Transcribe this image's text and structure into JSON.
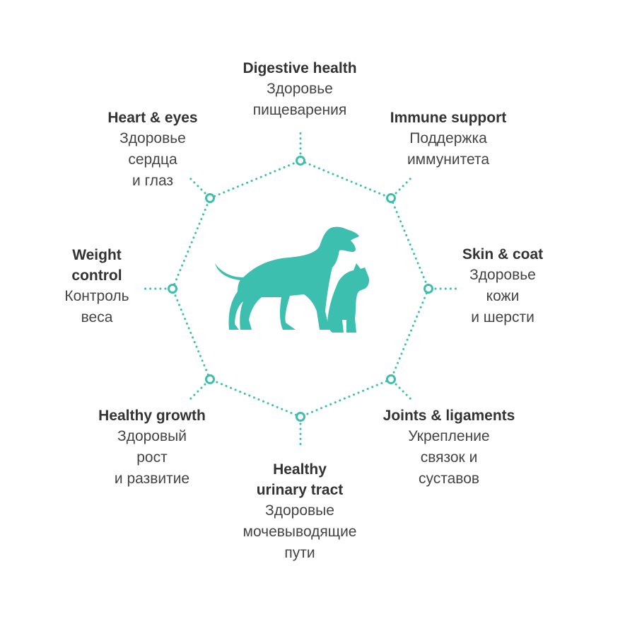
{
  "colors": {
    "accent": "#3cbfae",
    "text": "#333333"
  },
  "center_icon": "dog-and-cat-silhouette",
  "nodes": [
    {
      "id": "digestive",
      "en": "Digestive health",
      "ru": "Здоровье\nпищеварения"
    },
    {
      "id": "immune",
      "en": "Immune support",
      "ru": "Поддержка\nиммунитета"
    },
    {
      "id": "skin",
      "en": "Skin & coat",
      "ru": "Здоровье\nкожи\nи шерсти"
    },
    {
      "id": "joints",
      "en": "Joints & ligaments",
      "ru": "Укрепление\nсвязок и\nсуставов"
    },
    {
      "id": "urinary",
      "en": "Healthy\nurinary tract",
      "ru": "Здоровые\nмочевыводящие\nпути"
    },
    {
      "id": "growth",
      "en": "Healthy growth",
      "ru": "Здоровый\nрост\nи развитие"
    },
    {
      "id": "weight",
      "en": "Weight\ncontrol",
      "ru": "Контроль\nвеса"
    },
    {
      "id": "heart",
      "en": "Heart & eyes",
      "ru": "Здоровье\nсердца\nи глаз"
    }
  ]
}
